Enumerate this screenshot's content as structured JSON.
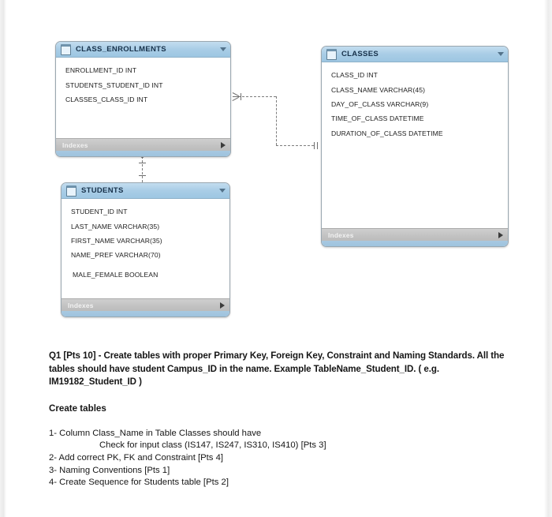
{
  "diagram": {
    "tables": [
      {
        "name": "CLASS_ENROLLMENTS",
        "icon": "table-icon",
        "caret": "caret-down-icon",
        "fields": [
          "ENROLLMENT_ID INT",
          "STUDENTS_STUDENT_ID INT",
          "CLASSES_CLASS_ID INT"
        ],
        "footer_label": "Indexes"
      },
      {
        "name": "CLASSES",
        "icon": "table-icon",
        "caret": "caret-down-icon",
        "fields": [
          "CLASS_ID INT",
          "CLASS_NAME VARCHAR(45)",
          "DAY_OF_CLASS VARCHAR(9)",
          "TIME_OF_CLASS DATETIME",
          "DURATION_OF_CLASS DATETIME"
        ],
        "footer_label": "Indexes"
      },
      {
        "name": "STUDENTS",
        "icon": "table-icon",
        "caret": "caret-down-icon",
        "fields": [
          "STUDENT_ID INT",
          "LAST_NAME VARCHAR(35)",
          "FIRST_NAME VARCHAR(35)",
          "NAME_PREF VARCHAR(70)",
          "MALE_FEMALE BOOLEAN"
        ],
        "footer_label": "Indexes"
      }
    ],
    "relationships": [
      {
        "from": "CLASS_ENROLLMENTS",
        "to": "CLASSES",
        "from_marker": "crows-foot-many",
        "to_marker": "one"
      },
      {
        "from": "CLASS_ENROLLMENTS",
        "to": "STUDENTS",
        "from_marker": "crows-foot-many",
        "to_marker": "one"
      }
    ],
    "colors": {
      "header": "#a9cde6",
      "footer": "#c2c2c2",
      "base_bar": "#a2c4de",
      "border": "#9aa7b0",
      "connector": "#7d7d7d"
    }
  },
  "content": {
    "question_title": "Q1 [Pts 10] - Create tables with proper Primary Key, Foreign Key, Constraint and Naming Standards. All the tables should have student Campus_ID in the name. Example TableName_Student_ID. ( e.g. IM19182_Student_ID )",
    "subtitle": "Create tables",
    "items": [
      "1- Column Class_Name in Table Classes should have",
      "2- Add correct PK, FK and Constraint [Pts 4]",
      "3- Naming Conventions [Pts 1]",
      "4- Create Sequence for Students table [Pts 2]"
    ],
    "item1_continuation": "Check for input class (IS147, IS247, IS310, IS410) [Pts 3]"
  }
}
